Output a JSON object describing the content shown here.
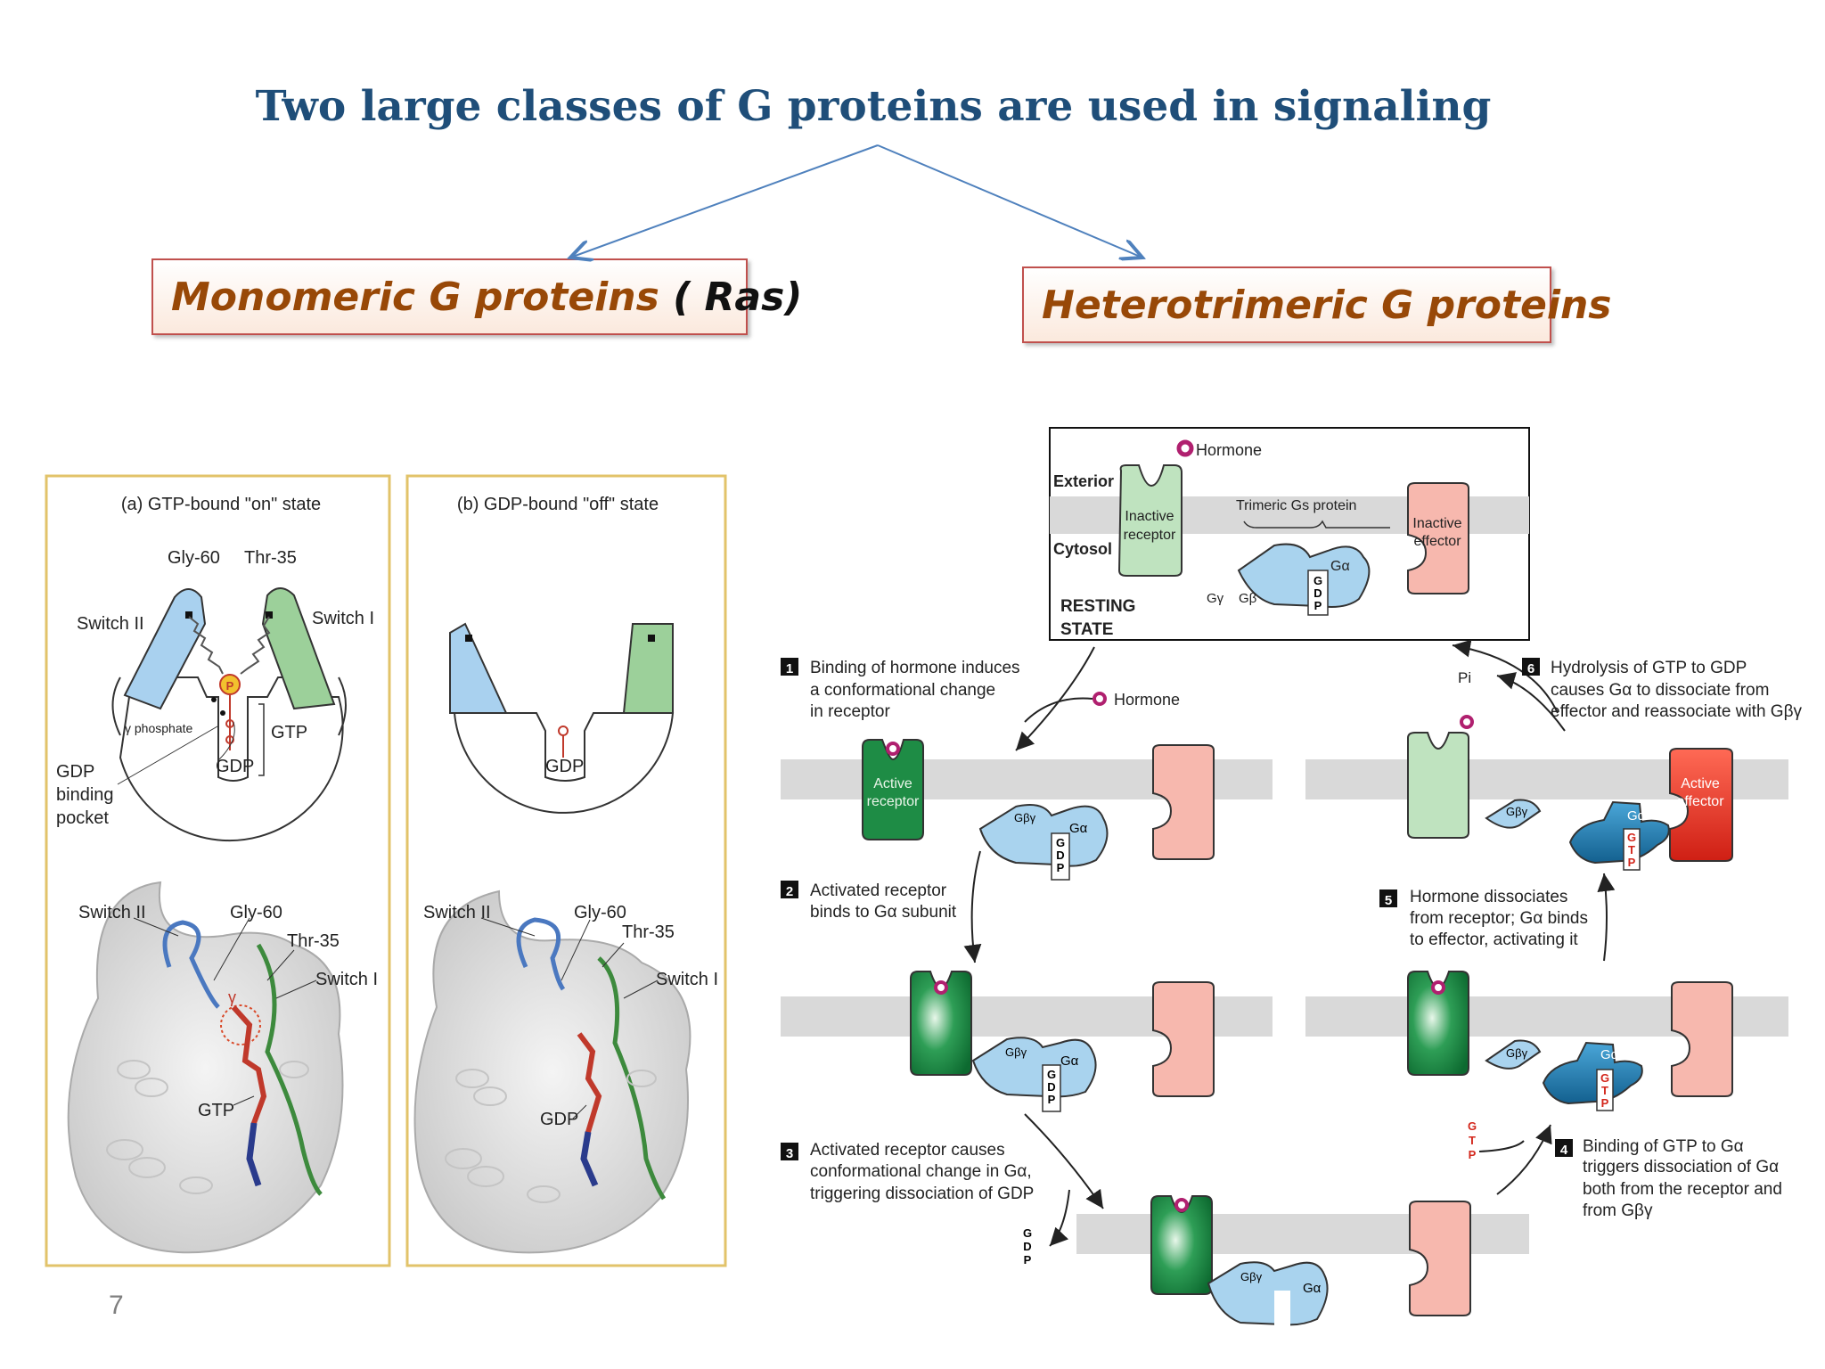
{
  "title": "Two large classes of G proteins are used in signaling",
  "classes": {
    "monomeric_label": "Monomeric G proteins",
    "monomeric_paren": "( Ras)",
    "heterotrimeric_label": "Heterotrimeric G proteins"
  },
  "page_number": "7",
  "ras_figure": {
    "panel_a_title": "(a) GTP-bound \"on\" state",
    "panel_b_title": "(b) GDP-bound \"off\" state",
    "gly60": "Gly-60",
    "thr35": "Thr-35",
    "switch2": "Switch II",
    "switch1": "Switch I",
    "gamma_phosphate": "γ phosphate",
    "gtp": "GTP",
    "gdp": "GDP",
    "gdp_pocket_1": "GDP",
    "gdp_pocket_2": "binding",
    "gdp_pocket_3": "pocket",
    "gamma": "γ",
    "p": "P"
  },
  "cycle_figure": {
    "hormone": "Hormone",
    "exterior": "Exterior",
    "cytosol": "Cytosol",
    "inactive_receptor_1": "Inactive",
    "inactive_receptor_2": "receptor",
    "trimeric_gs": "Trimeric Gs protein",
    "inactive_effector_1": "Inactive",
    "inactive_effector_2": "effector",
    "resting_1": "RESTING",
    "resting_2": "STATE",
    "g_gamma": "Gγ",
    "g_beta": "Gβ",
    "g_alpha": "Gα",
    "g_beta_gamma": "Gβγ",
    "gdp_letters": [
      "G",
      "D",
      "P"
    ],
    "gtp_letters": [
      "G",
      "T",
      "P"
    ],
    "active_receptor_1": "Active",
    "active_receptor_2": "receptor",
    "active_effector_1": "Active",
    "active_effector_2": "effector",
    "pi": "Pi",
    "steps": [
      {
        "num": "1",
        "lines": [
          "Binding of hormone induces",
          "a conformational change",
          "in receptor"
        ]
      },
      {
        "num": "2",
        "lines": [
          "Activated receptor",
          "binds to Gα subunit"
        ]
      },
      {
        "num": "3",
        "lines": [
          "Activated receptor causes",
          "conformational change in Gα,",
          "triggering dissociation of GDP"
        ]
      },
      {
        "num": "4",
        "lines": [
          "Binding of GTP to Gα",
          "triggers dissociation of Gα",
          "both from the receptor and",
          "from Gβγ"
        ]
      },
      {
        "num": "5",
        "lines": [
          "Hormone dissociates",
          "from receptor; Gα binds",
          "to effector, activating it"
        ]
      },
      {
        "num": "6",
        "lines": [
          "Hydrolysis of GTP to GDP",
          "causes Gα to dissociate from",
          "effector and reassociate with Gβγ"
        ]
      }
    ]
  },
  "colors": {
    "title": "#1f4e79",
    "class_text": "#984807",
    "class_border": "#c0504d",
    "switch2": "#a9d1ef",
    "switch1": "#9cd09a",
    "receptor_active": "#1e8c45",
    "receptor_inactive": "#bfe3bf",
    "effector_inactive": "#f7b8ae",
    "effector_active": "#e23a2c",
    "galpha": "#a9d3ee",
    "galpha_active": "#1f78b4",
    "membrane": "#d9d9d9",
    "hormone": "#b0206f"
  }
}
